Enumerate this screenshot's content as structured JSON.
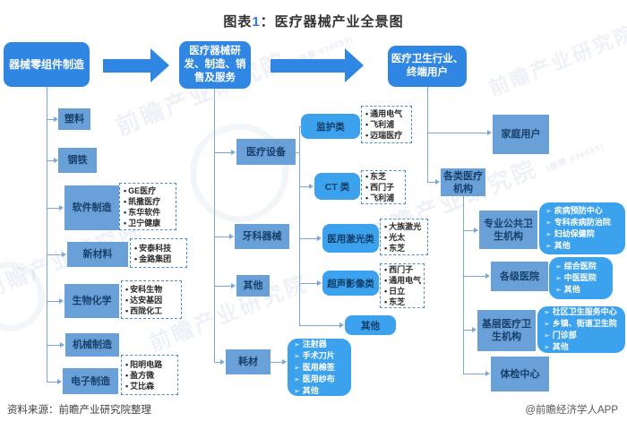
{
  "title": {
    "prefix": "图表",
    "num": "1",
    "rest": "：医疗器械产业全景图"
  },
  "watermark": {
    "text": "前瞻产业研究院",
    "sub": "(股票:839599)"
  },
  "nodes": {
    "root_left": "器械零组件制造",
    "root_mid": "医疗器械研发、制造、销售及服务",
    "root_right": "医疗卫生行业、终端用户",
    "plastic": "塑料",
    "steel": "钢铁",
    "software": "软件制造",
    "new_material": "新材料",
    "biochem": "生物化学",
    "machinery": "机械制造",
    "electronics": "电子制造",
    "medical_equipment": "医疗设备",
    "dental": "牙科器械",
    "mid_other": "其他",
    "consumables": "耗材",
    "monitor": "监护类",
    "ct": "CT 类",
    "laser": "医用激光类",
    "ultrasound": "超声影像类",
    "device_other": "其他",
    "home_user": "家庭用户",
    "medical_orgs": "各类医疗机构",
    "public_health": "专业公共卫生机构",
    "hospitals": "各级医院",
    "grassroots": "基层医疗卫生机构",
    "checkup": "体检中心"
  },
  "companies": {
    "software": [
      "GE医疗",
      "凯撒医疗",
      "东华软件",
      "卫宁健康"
    ],
    "new_material": [
      "安泰科技",
      "金路集团"
    ],
    "biochem": [
      "安科生物",
      "达安基因",
      "西陇化工"
    ],
    "electronics": [
      "阳明电路",
      "盈方微",
      "艾比森"
    ],
    "monitor": [
      "通用电气",
      "飞利浦",
      "迈瑞医疗"
    ],
    "ct": [
      "东芝",
      "西门子",
      "飞利浦"
    ],
    "laser": [
      "大族激光",
      "光太",
      "东芝"
    ],
    "ultrasound": [
      "西门子",
      "通用电气",
      "日立",
      "东芝"
    ]
  },
  "products": {
    "consumables": [
      "注射器",
      "手术刀片",
      "医用棉签",
      "医用纱布",
      "其他"
    ],
    "public_health": [
      "疾病预防中心",
      "专科疾病防治院",
      "妇幼保健院",
      "其他"
    ],
    "hospitals": [
      "综合医院",
      "中医医院",
      "其他"
    ],
    "grassroots": [
      "社区卫生服务中心",
      "乡镇、街道卫生院",
      "门诊部",
      "其他"
    ]
  },
  "footer": {
    "source": "资料来源：前瞻产业研究院整理",
    "credit": "@前瞻经济学人APP"
  },
  "colors": {
    "accent_blue": "#2f86e3",
    "flat_blue": "#6aa0d8",
    "bright_blue": "#3ca2ee",
    "line_blue": "#7aa7d8",
    "navy_text": "#17406b"
  }
}
